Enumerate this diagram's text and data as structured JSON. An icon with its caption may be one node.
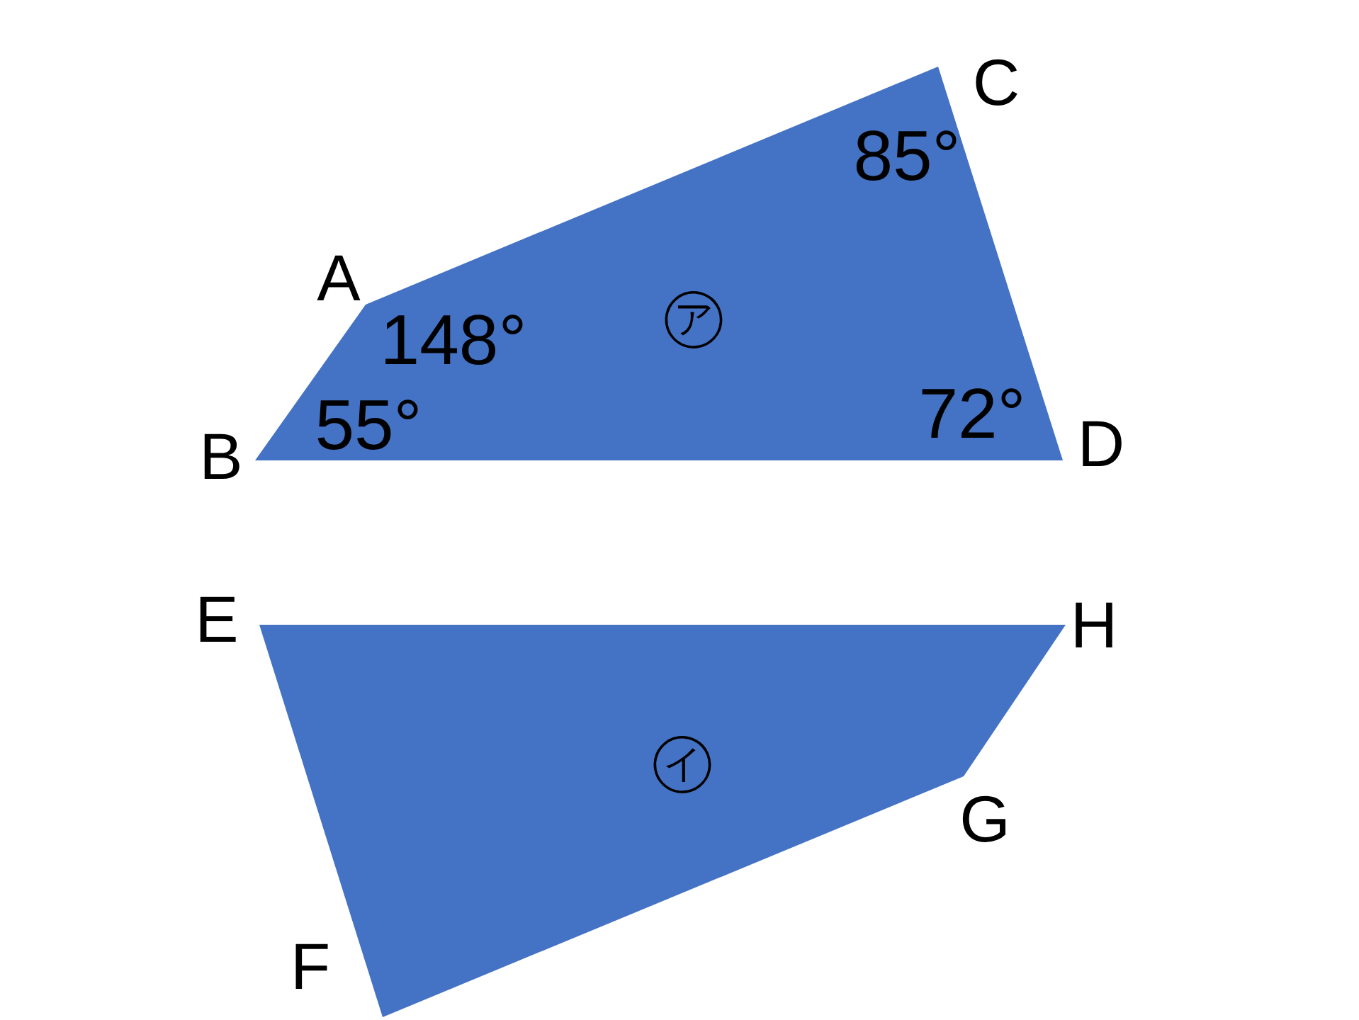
{
  "diagram": {
    "nodes": [
      {
        "text": [
          "㋐"
        ]
      },
      {
        "text": [
          "㋑"
        ]
      }
    ],
    "labels": [
      "C",
      "85°",
      "A",
      "148°",
      "55°",
      "72°",
      "B",
      "D",
      "E",
      "H",
      "G",
      "F"
    ]
  }
}
